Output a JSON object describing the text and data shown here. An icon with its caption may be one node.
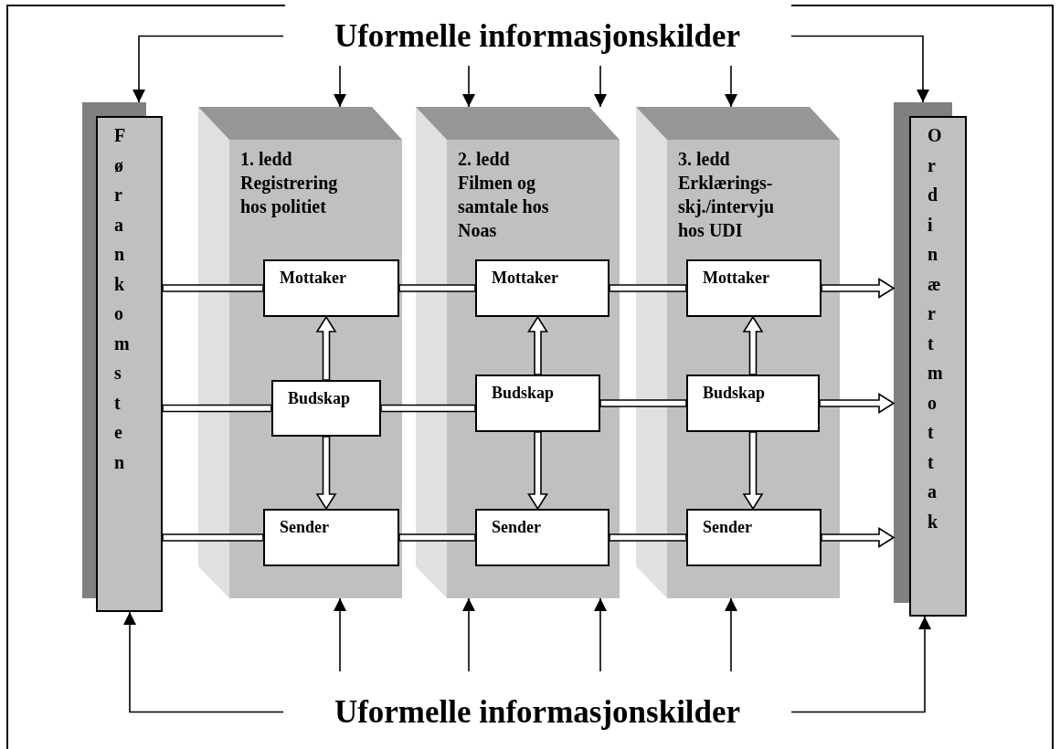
{
  "diagram": {
    "nodes": [
      {
        "text": [
          "Uformelle informasjonskilder"
        ]
      },
      {
        "text": [
          "Før ankomsten"
        ]
      },
      {
        "text": [
          "1. ledd",
          "Registrering hos politiet"
        ]
      },
      {
        "text": [
          "Mottaker"
        ],
        "in": 2
      },
      {
        "text": [
          "Budskap"
        ],
        "in": 2
      },
      {
        "text": [
          "Sender"
        ],
        "in": 2
      },
      {
        "text": [
          "2. ledd",
          "Filmen og samtale hos Noas"
        ]
      },
      {
        "text": [
          "Mottaker"
        ],
        "in": 6
      },
      {
        "text": [
          "Budskap"
        ],
        "in": 6
      },
      {
        "text": [
          "Sender"
        ],
        "in": 6
      },
      {
        "text": [
          "3. ledd",
          "Erklærings-skj./intervju hos UDI"
        ]
      },
      {
        "text": [
          "Mottaker"
        ],
        "in": 10
      },
      {
        "text": [
          "Budskap"
        ],
        "in": 10
      },
      {
        "text": [
          "Sender"
        ],
        "in": 10
      },
      {
        "text": [
          "Ordinært mottak"
        ]
      },
      {
        "text": [
          "Uformelle informasjonskilder"
        ]
      }
    ],
    "edges": [
      {
        "from": 0,
        "to": 1,
        "arrow": "to"
      },
      {
        "from": 0,
        "to": 2,
        "arrow": "to"
      },
      {
        "from": 0,
        "to": 6,
        "arrow": "to"
      },
      {
        "from": 0,
        "to": 6,
        "arrow": "to"
      },
      {
        "from": 0,
        "to": 10,
        "arrow": "to"
      },
      {
        "from": 0,
        "to": 14,
        "arrow": "to"
      },
      {
        "from": 1,
        "to": 3,
        "arrow": "none",
        "style": "thick"
      },
      {
        "from": 3,
        "to": 7,
        "arrow": "none",
        "style": "thick"
      },
      {
        "from": 7,
        "to": 11,
        "arrow": "none",
        "style": "thick"
      },
      {
        "from": 11,
        "to": 14,
        "arrow": "to",
        "style": "thick"
      },
      {
        "from": 1,
        "to": 4,
        "arrow": "none",
        "style": "thick"
      },
      {
        "from": 4,
        "to": 8,
        "arrow": "none",
        "style": "thick"
      },
      {
        "from": 8,
        "to": 12,
        "arrow": "none",
        "style": "thick"
      },
      {
        "from": 12,
        "to": 14,
        "arrow": "to",
        "style": "thick"
      },
      {
        "from": 1,
        "to": 5,
        "arrow": "none",
        "style": "thick"
      },
      {
        "from": 5,
        "to": 9,
        "arrow": "none",
        "style": "thick"
      },
      {
        "from": 9,
        "to": 13,
        "arrow": "none",
        "style": "thick"
      },
      {
        "from": 13,
        "to": 14,
        "arrow": "to",
        "style": "thick"
      },
      {
        "from": 4,
        "to": 3,
        "arrow": "to",
        "style": "thick"
      },
      {
        "from": 4,
        "to": 5,
        "arrow": "to",
        "style": "thick"
      },
      {
        "from": 8,
        "to": 7,
        "arrow": "to",
        "style": "thick"
      },
      {
        "from": 8,
        "to": 9,
        "arrow": "to",
        "style": "thick"
      },
      {
        "from": 12,
        "to": 11,
        "arrow": "to",
        "style": "thick"
      },
      {
        "from": 12,
        "to": 13,
        "arrow": "to",
        "style": "thick"
      },
      {
        "from": 15,
        "to": 1,
        "arrow": "to"
      },
      {
        "from": 15,
        "to": 2,
        "arrow": "to"
      },
      {
        "from": 15,
        "to": 6,
        "arrow": "to"
      },
      {
        "from": 15,
        "to": 6,
        "arrow": "to"
      },
      {
        "from": 15,
        "to": 10,
        "arrow": "to"
      },
      {
        "from": 15,
        "to": 14,
        "arrow": "to"
      }
    ]
  }
}
